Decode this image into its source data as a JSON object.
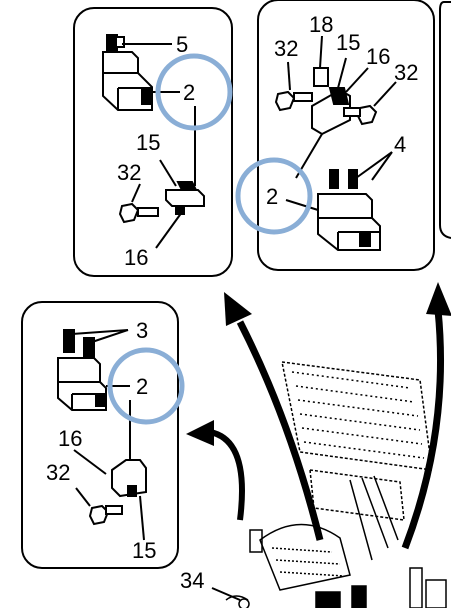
{
  "diagram": {
    "panels": [
      {
        "id": "top-left",
        "callouts": [
          {
            "id": "relay-terminal",
            "text": "5"
          },
          {
            "id": "relay",
            "text": "2",
            "highlighted": true
          },
          {
            "id": "bracket-top",
            "text": "15"
          },
          {
            "id": "bolt",
            "text": "32"
          },
          {
            "id": "bracket-bottom",
            "text": "16"
          }
        ]
      },
      {
        "id": "top-right",
        "callouts": [
          {
            "id": "bolt-left",
            "text": "32"
          },
          {
            "id": "clip",
            "text": "18"
          },
          {
            "id": "bracket-a",
            "text": "15"
          },
          {
            "id": "bracket-b",
            "text": "16"
          },
          {
            "id": "bolt-right",
            "text": "32"
          },
          {
            "id": "terminals",
            "text": "4"
          },
          {
            "id": "relay",
            "text": "2",
            "highlighted": true
          }
        ]
      },
      {
        "id": "bottom-left",
        "callouts": [
          {
            "id": "terminals",
            "text": "3"
          },
          {
            "id": "relay",
            "text": "2",
            "highlighted": true
          },
          {
            "id": "bracket-top",
            "text": "16"
          },
          {
            "id": "bolt",
            "text": "32"
          },
          {
            "id": "bracket-bottom",
            "text": "15"
          }
        ]
      }
    ],
    "main_view_callouts": [
      {
        "id": "harness-part",
        "text": "34"
      }
    ],
    "colors": {
      "highlight_circle": "#8aaed6",
      "line": "#000000",
      "background": "#ffffff"
    }
  }
}
